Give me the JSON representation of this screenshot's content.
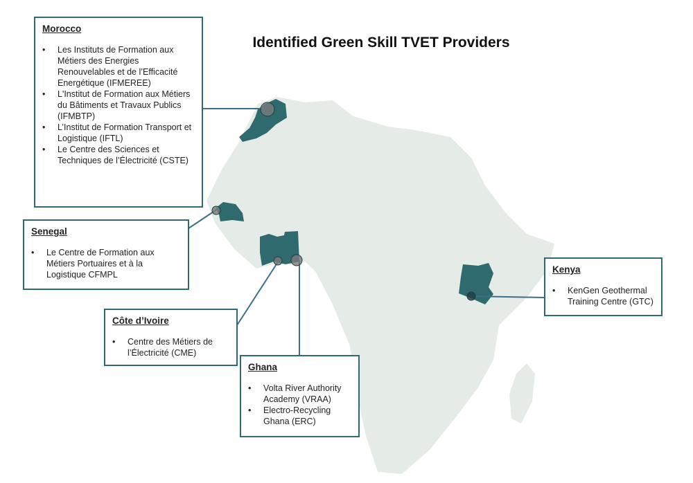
{
  "title": "Identified Green Skill TVET Providers",
  "colors": {
    "land": "#e5ece8",
    "highlight": "#2e6a6e",
    "border": "#2f6a6f",
    "connector": "#3b6f8c",
    "marker": "#7b7b7b"
  },
  "countries": [
    {
      "name": "Morocco",
      "providers": [
        "Les Instituts de Formation aux Métiers des Energies Renouvelables et de l’Efficacité Energétique (IFMEREE)",
        "L'Institut de Formation aux Métiers du Bâtiments et Travaux Publics (IFMBTP)",
        "L’Institut de Formation Transport et Logistique (IFTL)",
        "Le Centre des Sciences et Techniques de l’Électricité (CSTE)"
      ]
    },
    {
      "name": "Senegal",
      "providers": [
        "Le Centre de Formation aux Métiers Portuaires et à la Logistique CFMPL"
      ]
    },
    {
      "name": "Côte d’Ivoire",
      "providers": [
        "Centre des Métiers de l’Électricité (CME)"
      ]
    },
    {
      "name": "Ghana",
      "providers": [
        "Volta River Authority Academy (VRAA)",
        "Electro-Recycling Ghana (ERC)"
      ]
    },
    {
      "name": "Kenya",
      "providers": [
        "KenGen Geothermal Training Centre (GTC)"
      ]
    }
  ]
}
